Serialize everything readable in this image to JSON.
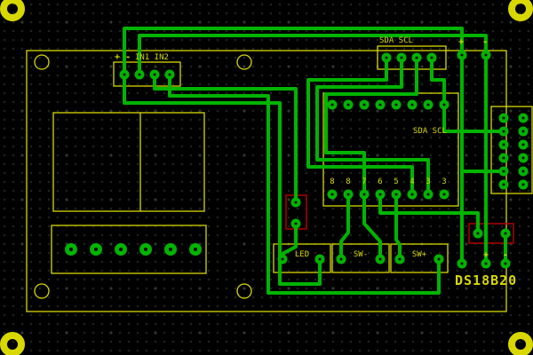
{
  "colors": {
    "background": "#000000",
    "grid_dot": "#1c261c",
    "copper": "#00b400",
    "silkscreen": "#d8d800",
    "component_red": "#b00000"
  },
  "silkscreen": {
    "left_connector": {
      "plus": "+",
      "minus": "-",
      "label": "IN1 IN2"
    },
    "top_right": {
      "sda_scl": "SDA SCL",
      "plus": "+",
      "minus": "-"
    },
    "chip": {
      "sda_scl": "SDA SCL",
      "pins": [
        "8",
        "8",
        "7",
        "6",
        "5",
        "4",
        "3",
        "3"
      ]
    },
    "buttons": {
      "led": "LED",
      "sw_minus": "SW-",
      "sw_plus": "SW+"
    },
    "bottom_right": {
      "plus": "+",
      "minus": "-"
    },
    "part_number": "DS18B20"
  }
}
